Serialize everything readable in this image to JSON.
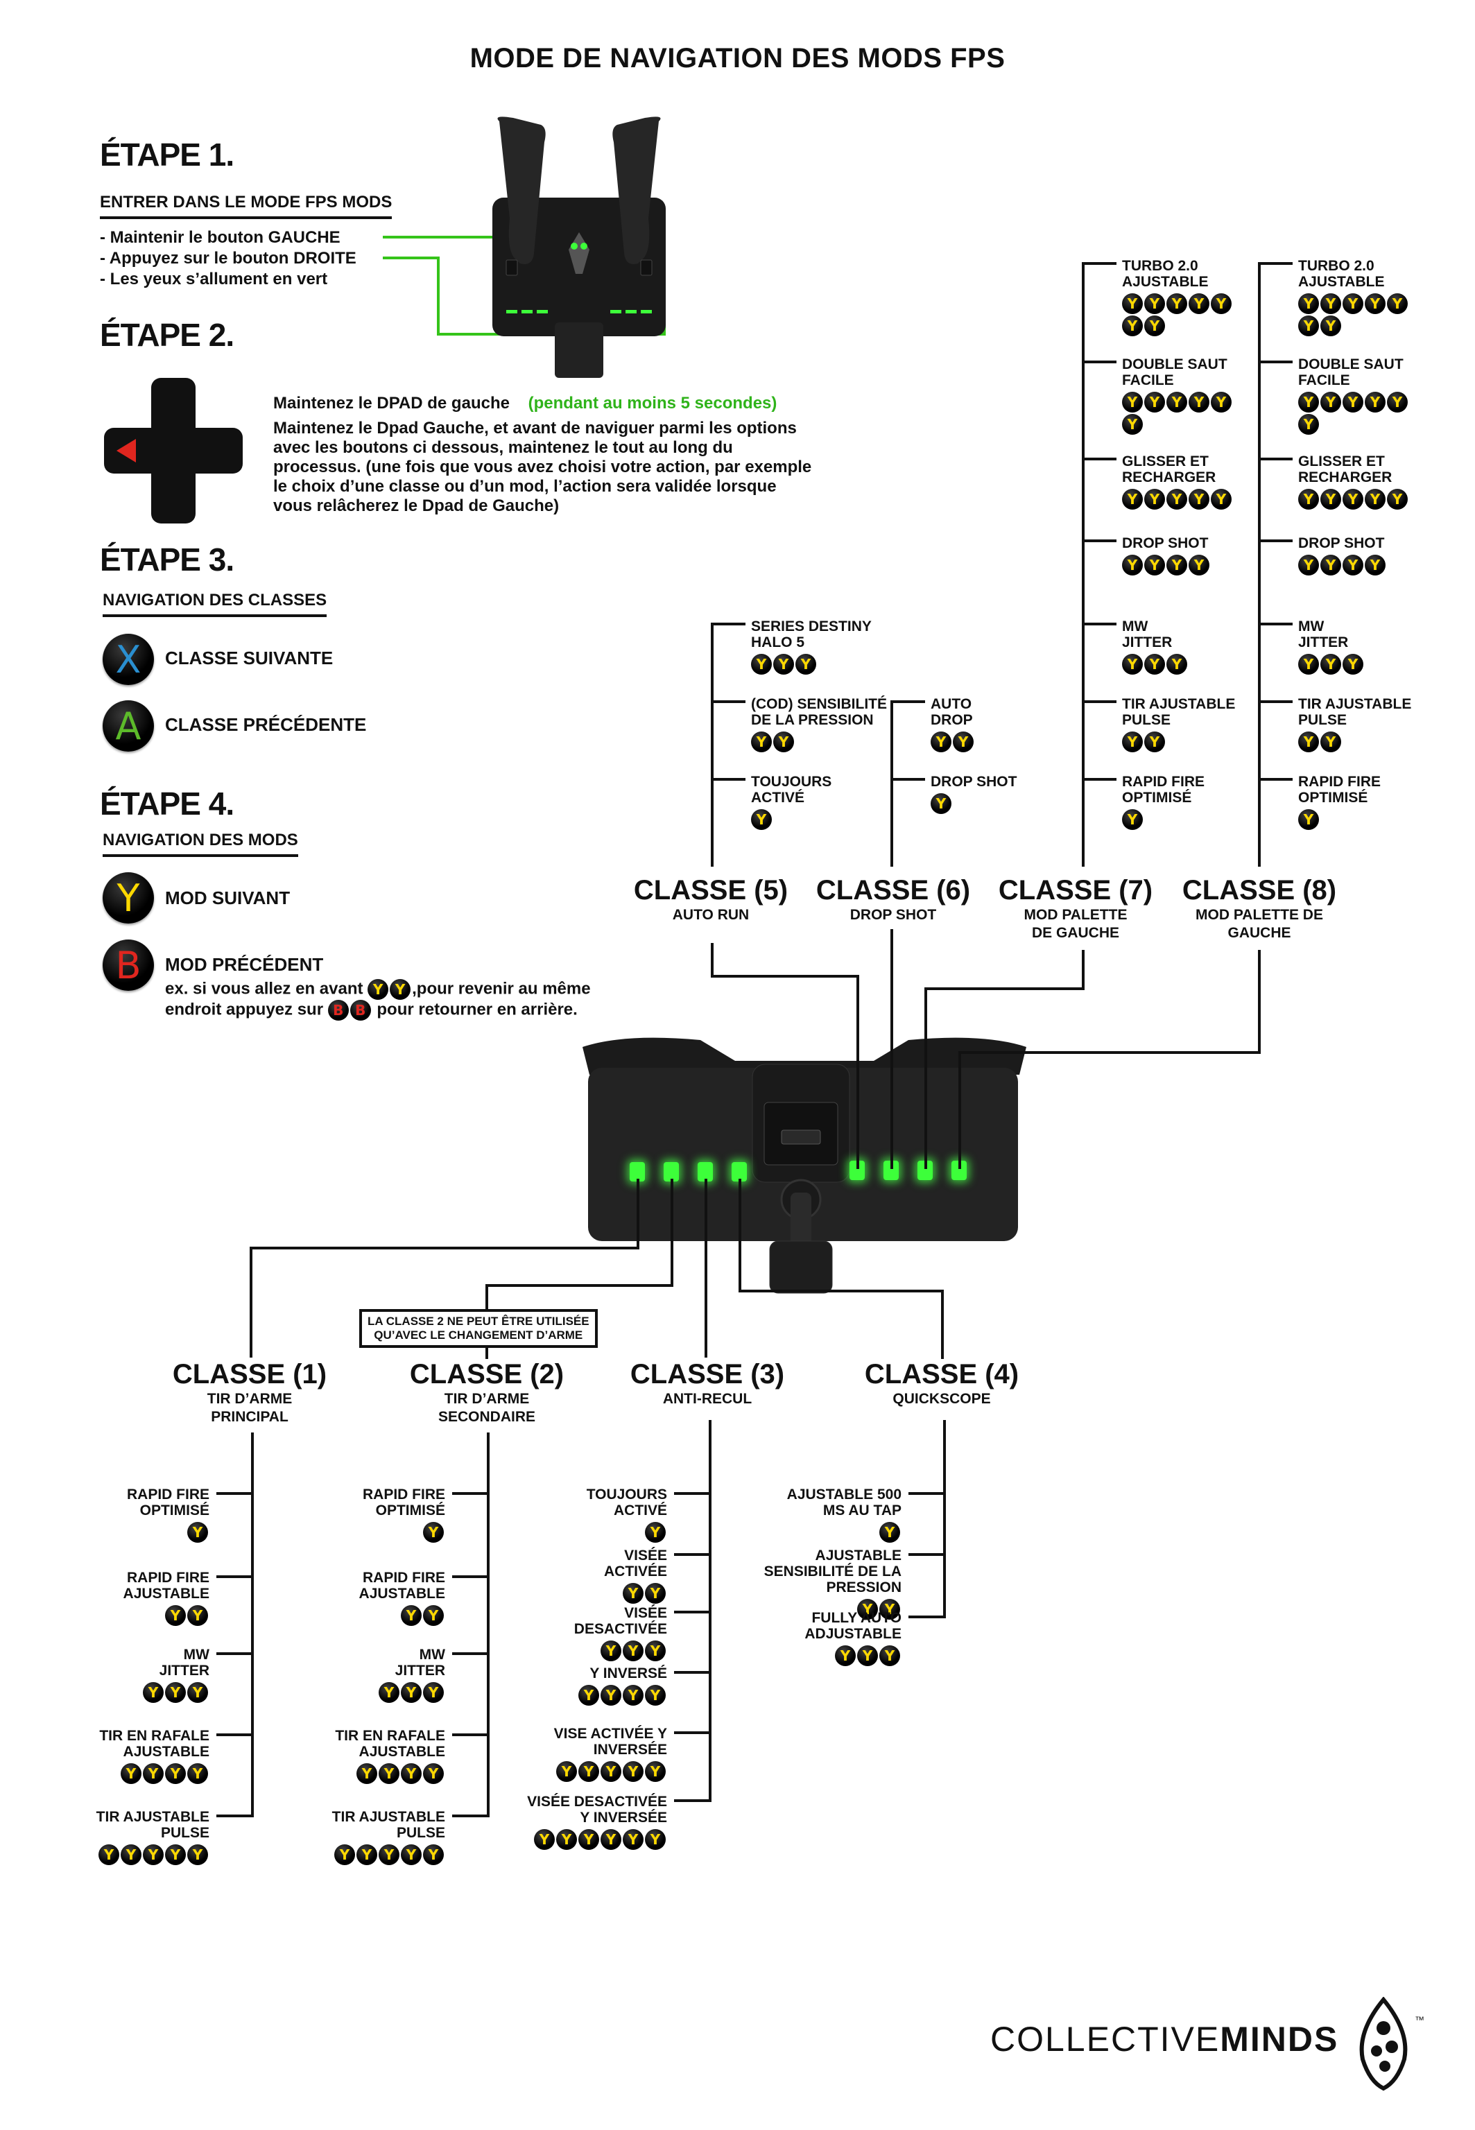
{
  "title": "MODE DE NAVIGATION DES MODS FPS",
  "step1": {
    "heading": "ÉTAPE 1.",
    "subheading": "ENTRER DANS LE MODE FPS MODS",
    "bullets": [
      "- Maintenir le bouton GAUCHE",
      "- Appuyez sur le bouton DROITE",
      "- Les yeux s’allument en vert"
    ]
  },
  "step2": {
    "heading": "ÉTAPE 2.",
    "line1": "Maintenez le DPAD de gauche",
    "line1_highlight": "(pendant au moins 5 secondes)",
    "paragraph": "Maintenez le Dpad Gauche, et avant de naviguer parmi les options avec les boutons ci dessous, maintenez le tout au long du processus. (une fois que vous avez choisi votre action, par exemple le choix d’une classe ou d’un mod, l’action sera validée lorsque vous relâcherez le Dpad de Gauche)"
  },
  "step3": {
    "heading": "ÉTAPE 3.",
    "subheading": "NAVIGATION DES CLASSES",
    "buttons": [
      {
        "glyph": "X",
        "color": "#2a8fd0",
        "label": "CLASSE SUIVANTE"
      },
      {
        "glyph": "A",
        "color": "#5dbb2a",
        "label": "CLASSE PRÉCÉDENTE"
      }
    ]
  },
  "step4": {
    "heading": "ÉTAPE 4.",
    "subheading": "NAVIGATION DES MODS",
    "buttons": [
      {
        "glyph": "Y",
        "color": "#ffd900",
        "label": "MOD SUIVANT"
      },
      {
        "glyph": "B",
        "color": "#e0261f",
        "label": "MOD PRÉCÉDENT"
      }
    ],
    "example_part1": "ex. si vous allez en avant",
    "example_part2": ",pour revenir au même",
    "example_part3": "endroit appuyez sur",
    "example_part4": "pour retourner en arrière."
  },
  "colors": {
    "led_green": "#3dff3a",
    "y_yellow": "#ffd900",
    "b_red": "#e0261f",
    "highlight_green": "#2fb31a"
  },
  "note_classe2": "LA CLASSE 2 NE PEUT ÊTRE UTILISÉE\nQU’AVEC LE CHANGEMENT D’ARME",
  "classes": [
    {
      "title": "CLASSE (1)",
      "subtitle": "TIR D’ARME\nPRINCIPAL",
      "mods": [
        {
          "name": "RAPID FIRE\nOPTIMISÉ",
          "y": 1
        },
        {
          "name": "RAPID FIRE\nAJUSTABLE",
          "y": 2
        },
        {
          "name": "MW\nJITTER",
          "y": 3
        },
        {
          "name": "TIR EN RAFALE\nAJUSTABLE",
          "y": 4
        },
        {
          "name": "TIR AJUSTABLE\nPULSE",
          "y": 5
        }
      ]
    },
    {
      "title": "CLASSE (2)",
      "subtitle": "TIR D’ARME\nSECONDAIRE",
      "mods": [
        {
          "name": "RAPID FIRE\nOPTIMISÉ",
          "y": 1
        },
        {
          "name": "RAPID FIRE\nAJUSTABLE",
          "y": 2
        },
        {
          "name": "MW\nJITTER",
          "y": 3
        },
        {
          "name": "TIR EN RAFALE\nAJUSTABLE",
          "y": 4
        },
        {
          "name": "TIR AJUSTABLE\nPULSE",
          "y": 5
        }
      ]
    },
    {
      "title": "CLASSE (3)",
      "subtitle": "ANTI-RECUL",
      "mods": [
        {
          "name": "TOUJOURS\nACTIVÉ",
          "y": 1
        },
        {
          "name": "VISÉE\nACTIVÉE",
          "y": 2
        },
        {
          "name": "VISÉE\nDESACTIVÉE",
          "y": 3
        },
        {
          "name": "Y INVERSÉ",
          "y": 4
        },
        {
          "name": "VISE ACTIVÉE Y\nINVERSÉE",
          "y": 5
        },
        {
          "name": "VISÉE DESACTIVÉE\nY INVERSÉE",
          "y": 6
        }
      ]
    },
    {
      "title": "CLASSE (4)",
      "subtitle": "QUICKSCOPE",
      "mods": [
        {
          "name": "AJUSTABLE 500\nMS AU TAP",
          "y": 1
        },
        {
          "name": "AJUSTABLE\nSENSIBILITÉ DE LA\nPRESSION",
          "y": 2
        },
        {
          "name": "FULLY AUTO\nADJUSTABLE",
          "y": 3
        }
      ]
    },
    {
      "title": "CLASSE (5)",
      "subtitle": "AUTO RUN",
      "mods": [
        {
          "name": "TOUJOURS\nACTIVÉ",
          "y": 1
        },
        {
          "name": "(COD) SENSIBILITÉ\nDE LA PRESSION",
          "y": 2
        },
        {
          "name": "SERIES DESTINY\nHALO 5",
          "y": 3
        }
      ]
    },
    {
      "title": "CLASSE (6)",
      "subtitle": "DROP SHOT",
      "mods": [
        {
          "name": "DROP SHOT",
          "y": 1
        },
        {
          "name": "AUTO\nDROP",
          "y": 2
        }
      ]
    },
    {
      "title": "CLASSE (7)",
      "subtitle": "MOD PALETTE\nDE GAUCHE",
      "mods": [
        {
          "name": "RAPID FIRE\nOPTIMISÉ",
          "y": 1
        },
        {
          "name": "TIR AJUSTABLE\nPULSE",
          "y": 2
        },
        {
          "name": "MW\nJITTER",
          "y": 3
        },
        {
          "name": "DROP SHOT",
          "y": 4
        },
        {
          "name": "GLISSER ET\nRECHARGER",
          "y": 5
        },
        {
          "name": "DOUBLE SAUT\nFACILE",
          "y": 6
        },
        {
          "name": "TURBO 2.0\nAJUSTABLE",
          "y": 7
        }
      ]
    },
    {
      "title": "CLASSE (8)",
      "subtitle": "MOD PALETTE DE\nGAUCHE",
      "mods": [
        {
          "name": "RAPID FIRE\nOPTIMISÉ",
          "y": 1
        },
        {
          "name": "TIR AJUSTABLE\nPULSE",
          "y": 2
        },
        {
          "name": "MW\nJITTER",
          "y": 3
        },
        {
          "name": "DROP SHOT",
          "y": 4
        },
        {
          "name": "GLISSER ET\nRECHARGER",
          "y": 5
        },
        {
          "name": "DOUBLE SAUT\nFACILE",
          "y": 6
        },
        {
          "name": "TURBO 2.0\nAJUSTABLE",
          "y": 7
        }
      ]
    }
  ],
  "logo": {
    "text_light": "COLLECTIVE",
    "text_bold": "MINDS",
    "tm": "™"
  }
}
